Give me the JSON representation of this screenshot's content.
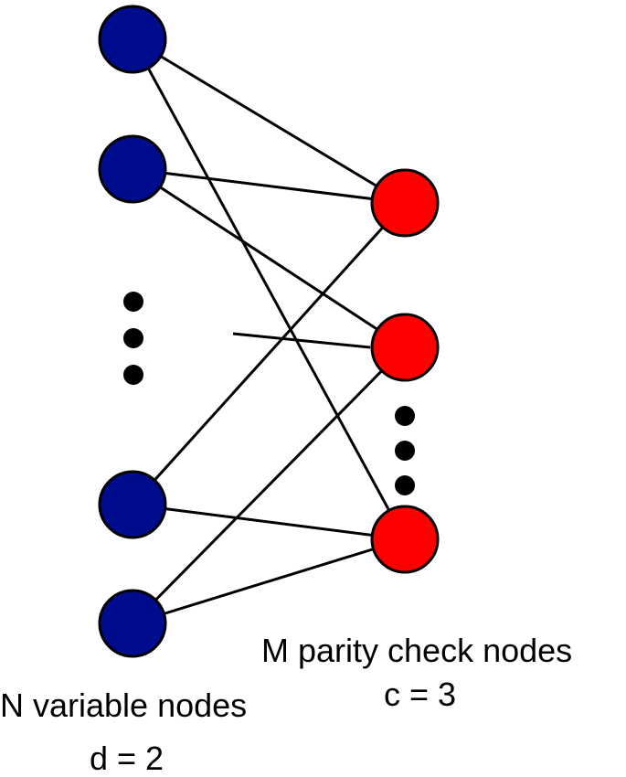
{
  "diagram": {
    "colors": {
      "variable_node": "#000c8e",
      "check_node": "#ff0000",
      "stroke": "#000000",
      "dots": "#000000"
    },
    "variable_nodes": [
      {
        "id": "v1"
      },
      {
        "id": "v2"
      },
      {
        "id": "v3"
      },
      {
        "id": "v4"
      }
    ],
    "check_nodes": [
      {
        "id": "c1"
      },
      {
        "id": "c2"
      },
      {
        "id": "c3"
      }
    ],
    "edges": [
      {
        "from": "v1",
        "to": "c1"
      },
      {
        "from": "v1",
        "to": "c3"
      },
      {
        "from": "v2",
        "to": "c1"
      },
      {
        "from": "v2",
        "to": "c2"
      },
      {
        "from": "v3",
        "to": "c1"
      },
      {
        "from": "v3",
        "to": "c3"
      },
      {
        "from": "v4",
        "to": "c2"
      },
      {
        "from": "v4",
        "to": "c3"
      }
    ],
    "labels": {
      "check_title": "M parity check nodes",
      "check_degree": "c = 3",
      "variable_title": "N variable nodes",
      "variable_degree": "d = 2"
    }
  }
}
